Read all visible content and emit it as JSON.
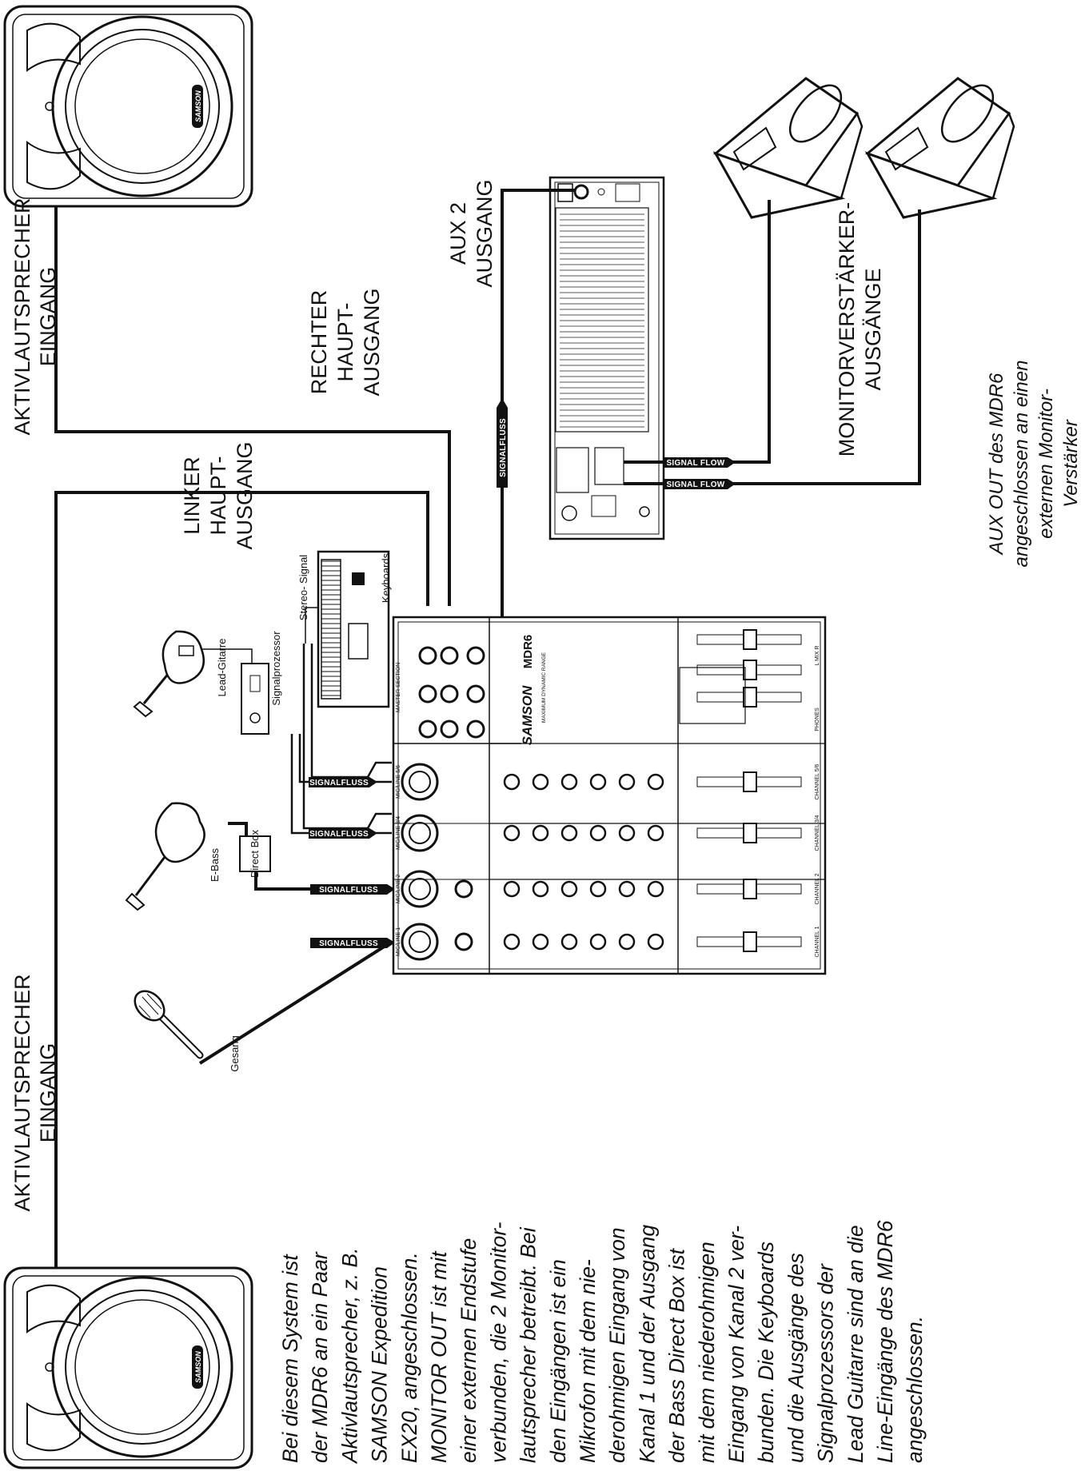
{
  "labels": {
    "left_speaker_input": [
      "AKTIVLAUTSPRECHER",
      "EINGANG"
    ],
    "right_speaker_input": [
      "AKTIVLAUTSPRECHER",
      "EINGANG"
    ],
    "right_main_output": [
      "RECHTER",
      "HAUPT-",
      "AUSGANG"
    ],
    "left_main_output": [
      "LINKER",
      "HAUPT-",
      "AUSGANG"
    ],
    "aux2_output": [
      "AUX 2",
      "AUSGANG"
    ],
    "monitor_amp_outputs": [
      "MONITORVERSTÄRKER-",
      "AUSGÄNGE"
    ],
    "aux_note": [
      "AUX OUT des MDR6",
      "angeschlossen an einen",
      "externen Monitor-",
      "Verstärker"
    ]
  },
  "instruments": {
    "vocals": "Gesang",
    "bass": "E-Bass",
    "direct_box": "Direct Box",
    "lead_guitar": "Lead-Gitarre",
    "signal_processor": "Signalprozessor",
    "stereo_signal": "Stereo- Signal",
    "keyboards": "Keyboards"
  },
  "flows": {
    "signal_de": "SIGNALFLUSS",
    "signal_en": "SIGNAL FLOW"
  },
  "mixer": {
    "brand": "SAMSON",
    "model": "MDR6",
    "tagline": "MAXIMUM DYNAMIC RANGE",
    "sections": [
      "MIC/LINE 1",
      "MIC/LINE 2",
      "MIC/LINE 3/4",
      "MIC/LINE 5/6",
      "MASTER SECTION"
    ],
    "faders": [
      "CHANNEL 1",
      "CHANNEL 2",
      "CHANNEL 3/4",
      "CHANNEL 5/6",
      "PHONES",
      "L  MIX  R"
    ]
  },
  "speaker_brand": "SAMSON",
  "description": [
    "Bei diesem System ist",
    "der MDR6 an ein Paar",
    "Aktivlautsprecher, z. B.",
    "SAMSON  Expedition",
    "EX20, angeschlossen.",
    "MONITOR OUT ist mit",
    "einer externen Endstufe",
    "verbunden, die 2 Monitor-",
    "lautsprecher betreibt.  Bei",
    "den Eingängen ist ein",
    "Mikrofon mit dem nie-",
    "derohmigen Eingang von",
    "Kanal 1 und der Ausgang",
    "der Bass Direct Box ist",
    "mit dem niederohmigen",
    "Eingang von Kanal 2 ver-",
    "bunden.  Die Keyboards",
    "und die Ausgänge des",
    "Signalprozessors der",
    "Lead  Guitarre sind an die",
    "Line-Eingänge des MDR6",
    "angeschlossen."
  ]
}
